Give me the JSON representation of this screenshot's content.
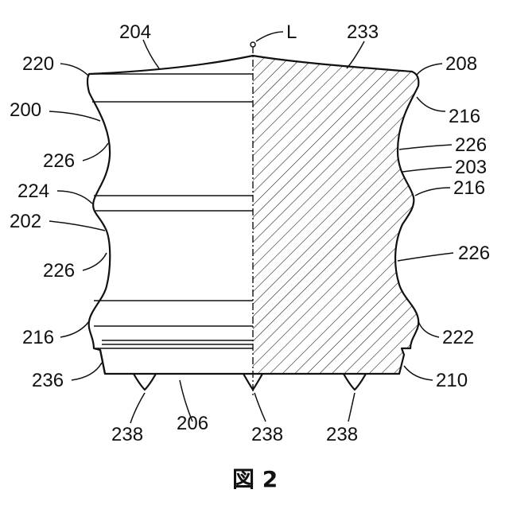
{
  "figure": {
    "caption": "図 2",
    "labels": {
      "l": "L",
      "r204": "204",
      "r233": "233",
      "r220": "220",
      "r208": "208",
      "r200": "200",
      "r216_right_top": "216",
      "r226_left_top": "226",
      "r226_right_top": "226",
      "r203": "203",
      "r224": "224",
      "r216_right_mid": "216",
      "r202": "202",
      "r226_left_bottom": "226",
      "r226_right_bottom": "226",
      "r216_left": "216",
      "r222": "222",
      "r236": "236",
      "r210": "210",
      "r238_left": "238",
      "r206": "206",
      "r238_center": "238",
      "r238_right": "238"
    }
  }
}
